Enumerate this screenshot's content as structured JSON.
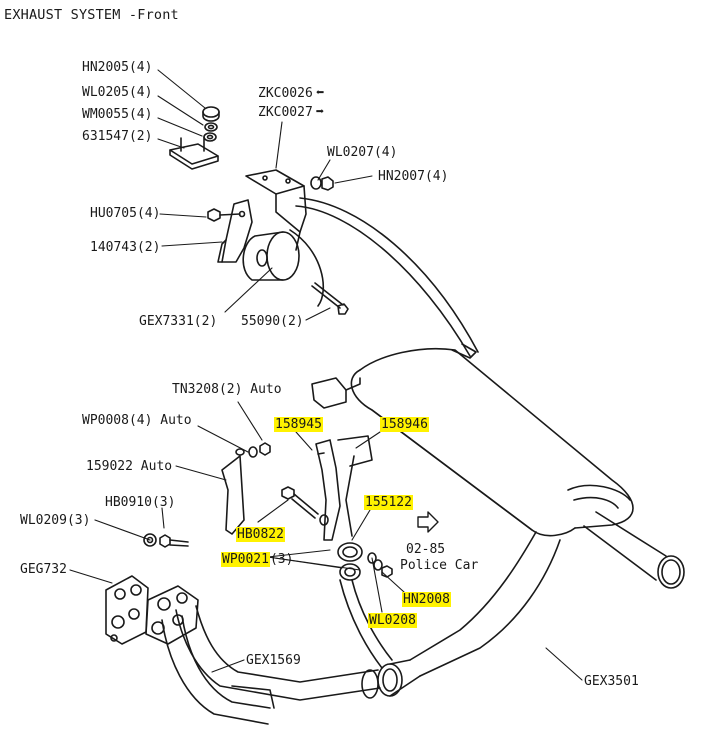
{
  "title": "EXHAUST SYSTEM -Front",
  "highlight_color": "#fff200",
  "labels": {
    "hn2005": "HN2005(4)",
    "wl0205": "WL0205(4)",
    "wm0055": "WM0055(4)",
    "p631547": "631547(2)",
    "zkc0026": "ZKC0026",
    "zkc0027": "ZKC0027",
    "wl0207": "WL0207(4)",
    "hn2007": "HN2007(4)",
    "hu0705": "HU0705(4)",
    "p140743": "140743(2)",
    "gex7331": "GEX7331(2)",
    "p55090": "55090(2)",
    "tn3208": "TN3208(2) Auto",
    "wp0008": "WP0008(4) Auto",
    "p159022": "159022 Auto",
    "p158945": "158945",
    "p158946": "158946",
    "hb0910": "HB0910(3)",
    "wl0209": "WL0209(3)",
    "hb0822": "HB0822",
    "p155122": "155122",
    "wp0021": "WP0021",
    "wp0021_qty": "(3)",
    "police_year": "02-85",
    "police_car": "Police Car",
    "geg732": "GEG732",
    "hn2008": "HN2008",
    "wl0208": "WL0208",
    "gex1569": "GEX1569",
    "gex3501": "GEX3501"
  },
  "icons": {
    "left_hand_arrow": "left-arrow-icon",
    "right_hand_arrow": "right-arrow-icon",
    "police_arrow": "outline-right-arrow-icon"
  }
}
